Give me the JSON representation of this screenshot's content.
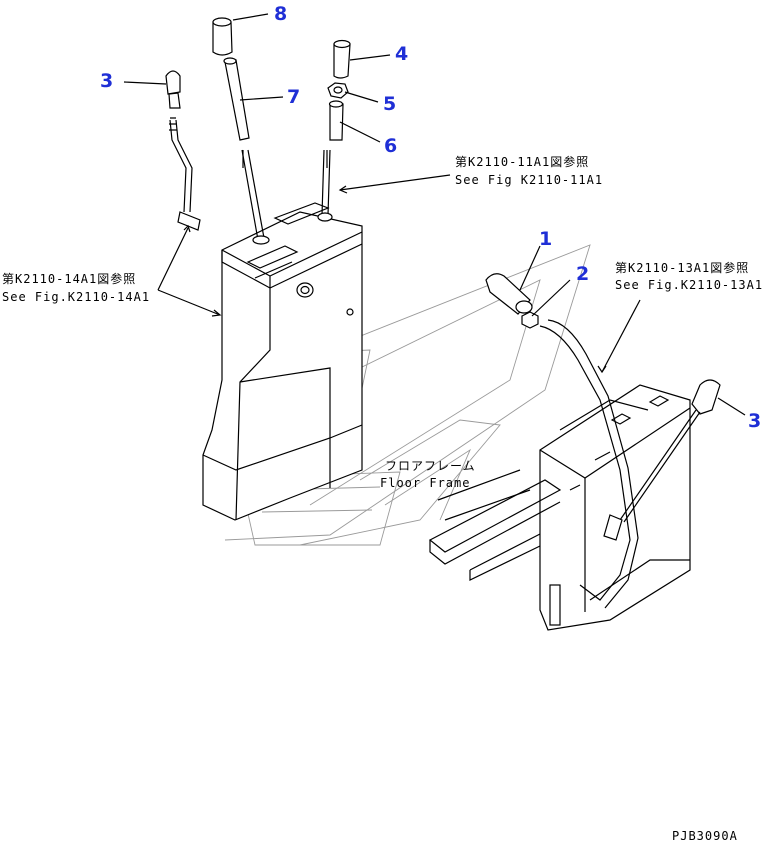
{
  "callouts": [
    {
      "id": "c8",
      "label": "8"
    },
    {
      "id": "c4",
      "label": "4"
    },
    {
      "id": "c3a",
      "label": "3"
    },
    {
      "id": "c7",
      "label": "7"
    },
    {
      "id": "c5",
      "label": "5"
    },
    {
      "id": "c6",
      "label": "6"
    },
    {
      "id": "c1",
      "label": "1"
    },
    {
      "id": "c2",
      "label": "2"
    },
    {
      "id": "c3b",
      "label": "3"
    }
  ],
  "references": {
    "k2110_11a1_jp": "第K2110-11A1図参照",
    "k2110_11a1_en": "See Fig K2110-11A1",
    "k2110_14a1_jp": "第K2110-14A1図参照",
    "k2110_14a1_en": "See Fig.K2110-14A1",
    "k2110_13a1_jp": "第K2110-13A1図参照",
    "k2110_13a1_en": "See Fig.K2110-13A1",
    "floor_frame_jp": "フロアフレーム",
    "floor_frame_en": "Floor Frame"
  },
  "drawing_code": "PJB3090A",
  "colors": {
    "callout": "#1f2fd6",
    "line": "#000000",
    "watermark": "#9a9a9a"
  }
}
